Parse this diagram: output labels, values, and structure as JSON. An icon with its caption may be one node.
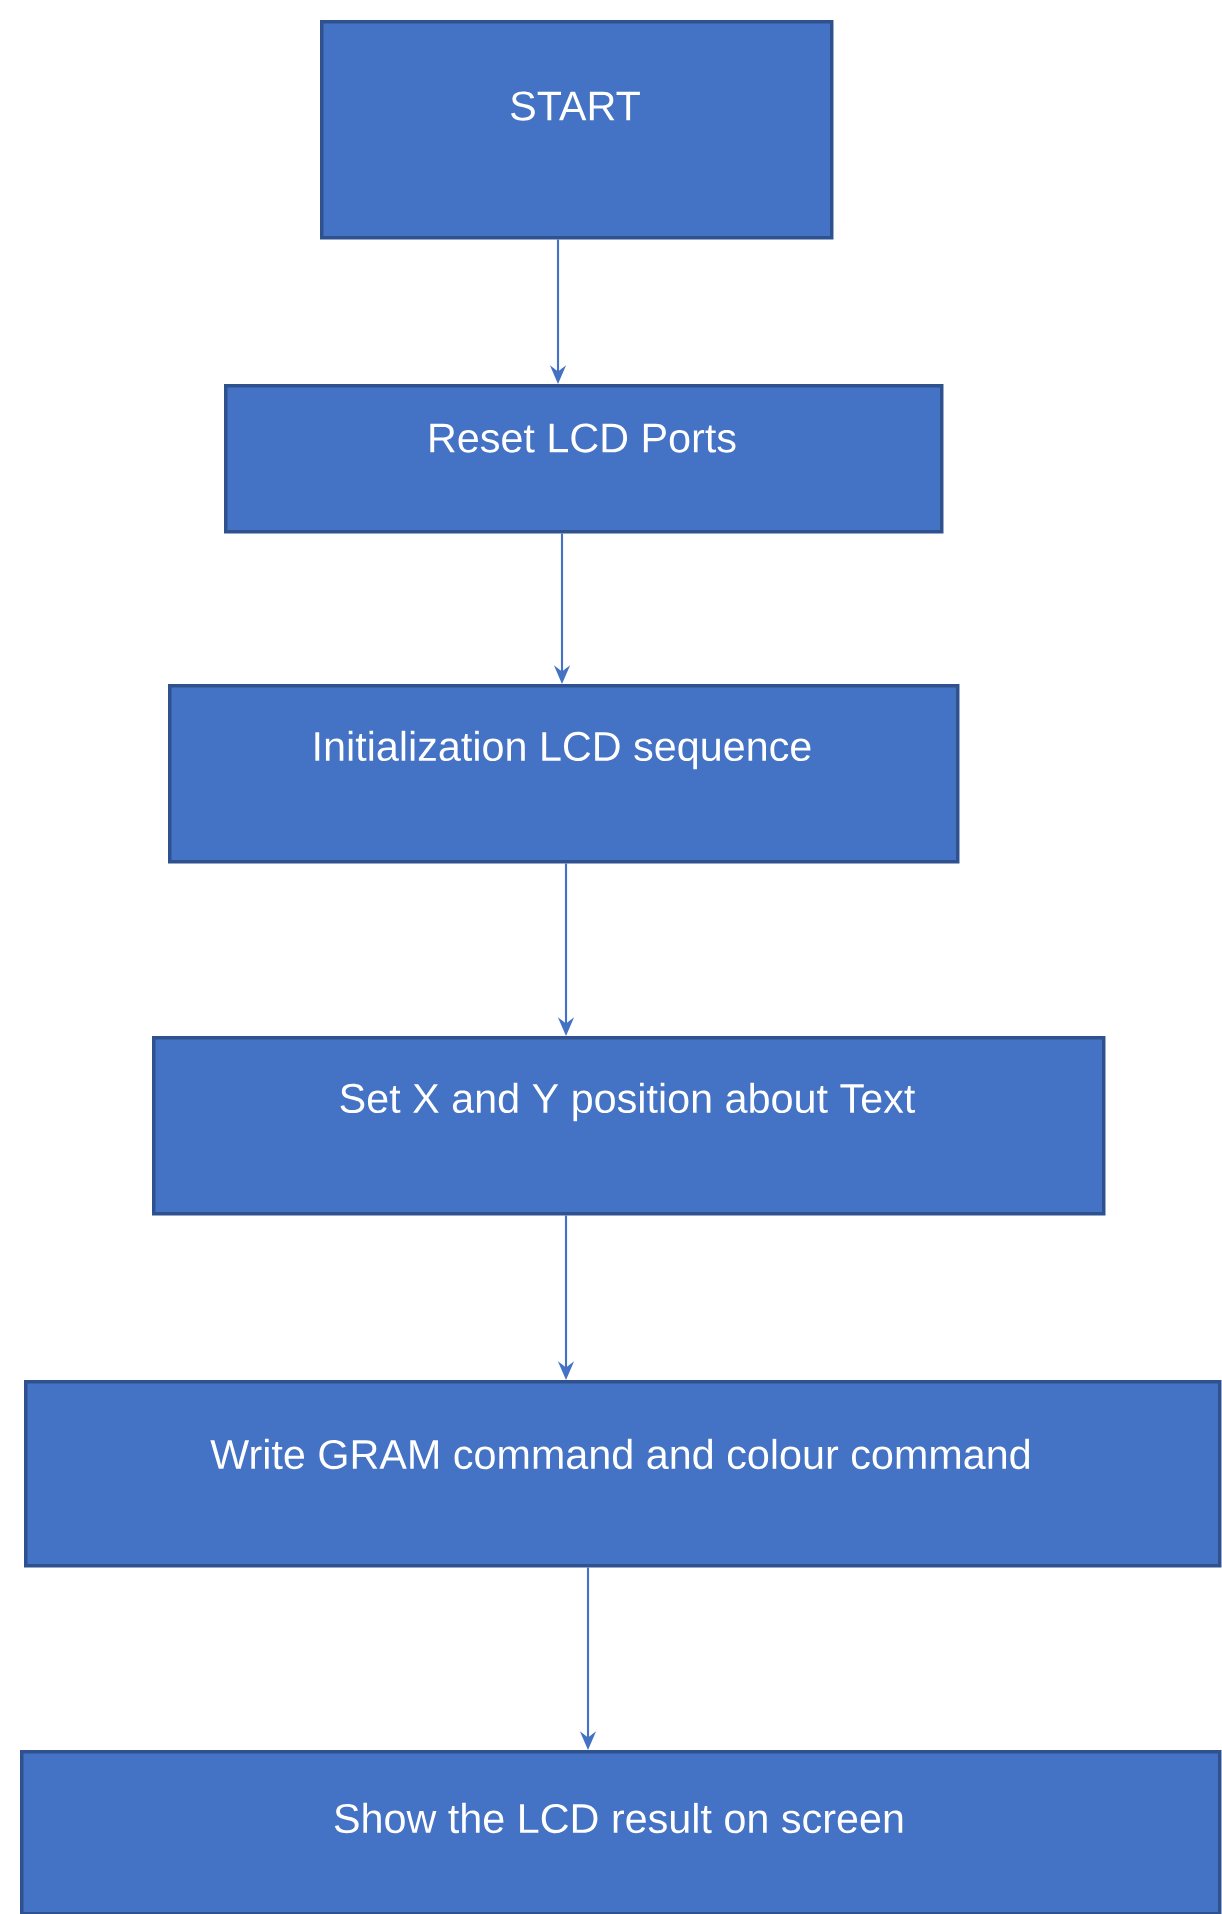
{
  "diagram": {
    "nodes": [
      {
        "text": [
          "START"
        ]
      },
      {
        "text": [
          "Reset LCD Ports"
        ]
      },
      {
        "text": [
          "Initialization LCD sequence"
        ]
      },
      {
        "text": [
          "Set X and Y position about Text"
        ]
      },
      {
        "text": [
          "Write GRAM command and colour command"
        ]
      },
      {
        "text": [
          "Show the LCD result on screen"
        ]
      }
    ],
    "edges": [
      {
        "from": 0,
        "to": 1,
        "arrow": "to"
      },
      {
        "from": 1,
        "to": 2,
        "arrow": "to"
      },
      {
        "from": 2,
        "to": 3,
        "arrow": "to"
      },
      {
        "from": 3,
        "to": 4,
        "arrow": "to"
      },
      {
        "from": 4,
        "to": 5,
        "arrow": "to"
      }
    ]
  }
}
